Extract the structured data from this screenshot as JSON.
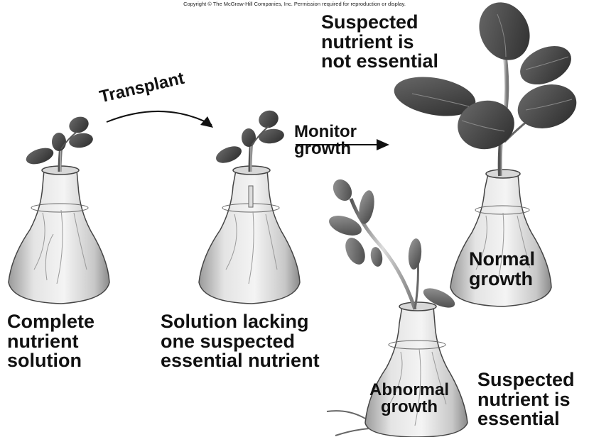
{
  "copyright": "Copyright © The McGraw-Hill Companies, Inc. Permission required for reproduction or display.",
  "labels": {
    "transplant": "Transplant",
    "monitor_line1": "Monitor",
    "monitor_line2": "growth",
    "complete_line1": "Complete",
    "complete_line2": "nutrient",
    "complete_line3": "solution",
    "lacking_line1": "Solution lacking",
    "lacking_line2": "one suspected",
    "lacking_line3": "essential nutrient",
    "not_essential_line1": "Suspected",
    "not_essential_line2": "nutrient is",
    "not_essential_line3": "not essential",
    "normal_line1": "Normal",
    "normal_line2": "growth",
    "abnormal_line1": "Abnormal",
    "abnormal_line2": "growth",
    "essential_line1": "Suspected",
    "essential_line2": "nutrient is",
    "essential_line3": "essential"
  },
  "icons": [
    "flask-icon",
    "seedling-icon",
    "large-plant-icon",
    "wilted-plant-icon",
    "arrow-icon"
  ]
}
